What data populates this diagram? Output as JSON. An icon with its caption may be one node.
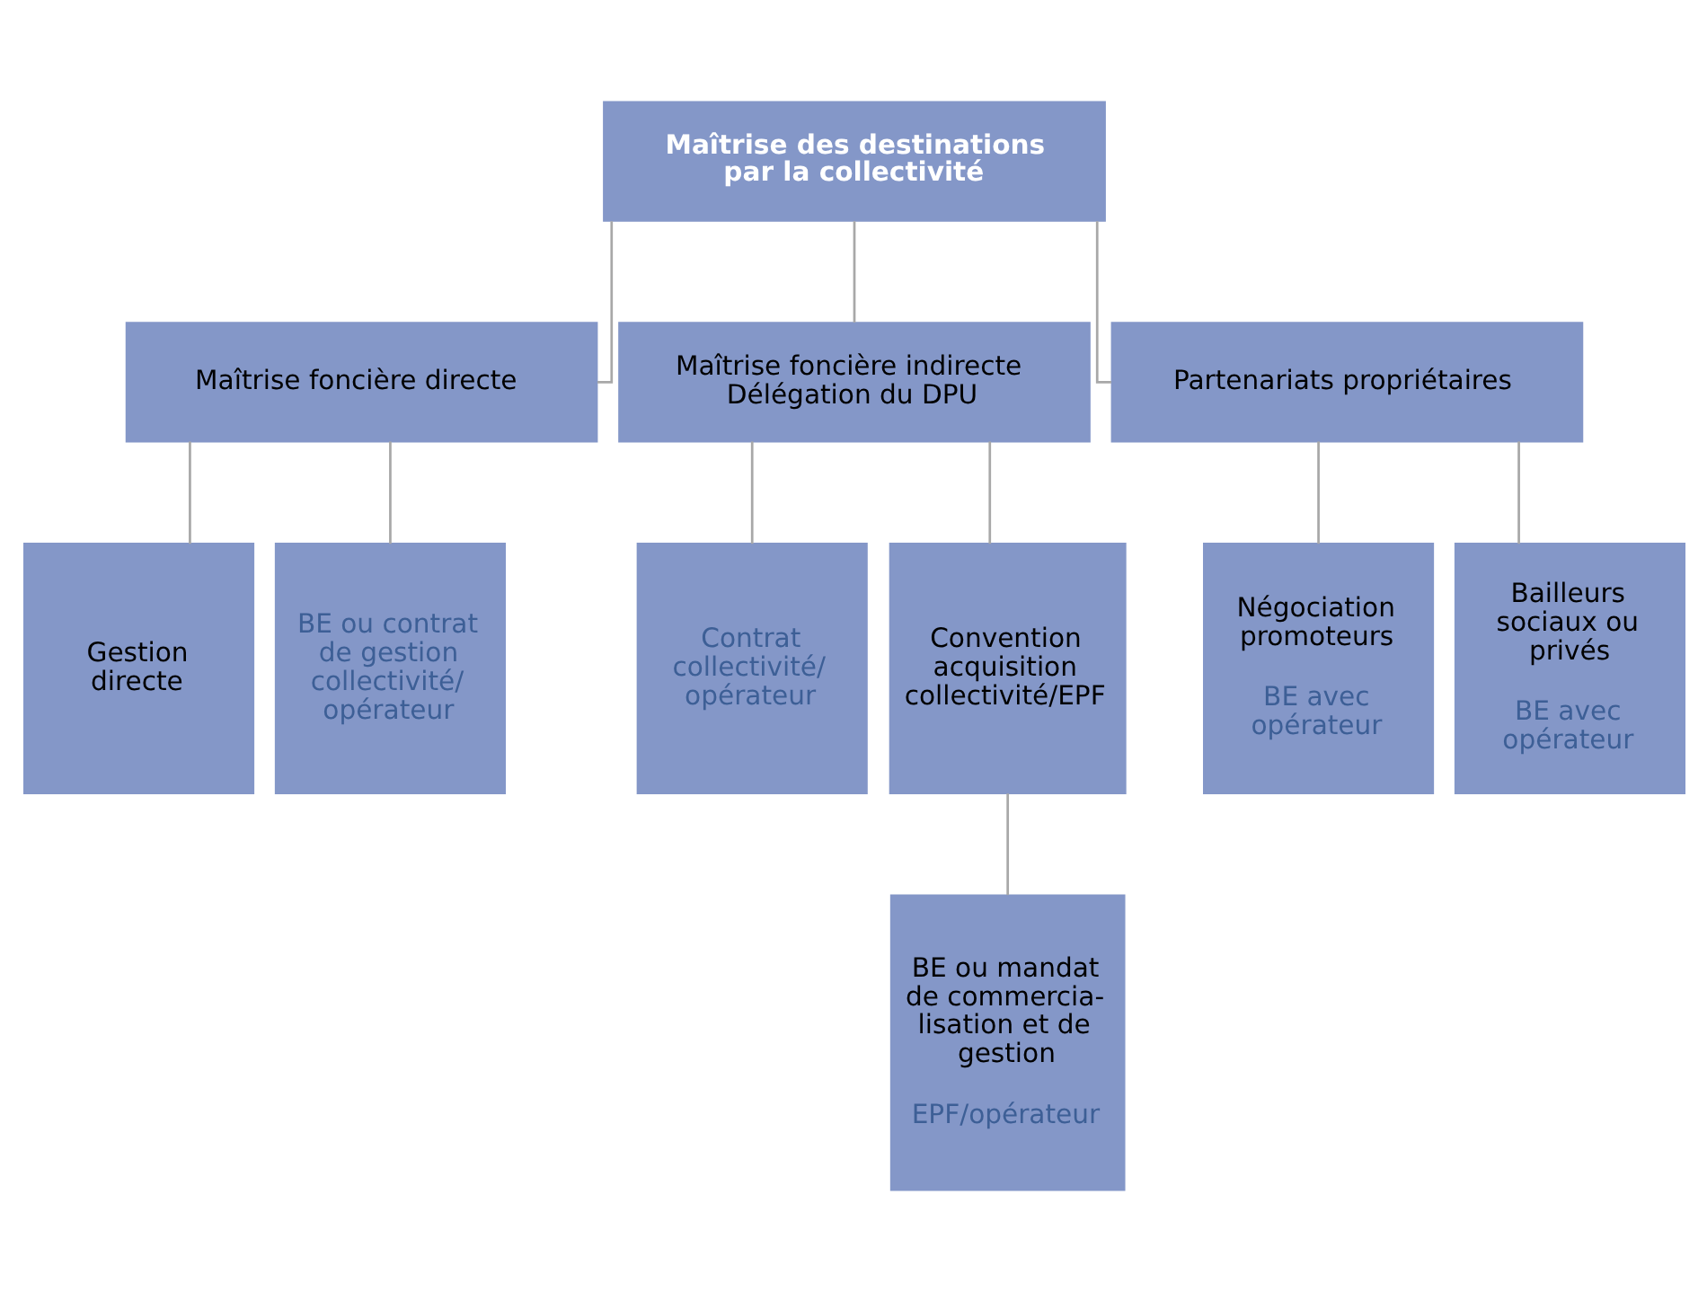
{
  "diagram": {
    "nodes": [
      {
        "text": [
          "Maîtrise des destinations par la collectivité"
        ]
      },
      {
        "text": [
          "Maîtrise foncière directe"
        ]
      },
      {
        "text": [
          "Maîtrise foncière indirecte Délégation du DPU"
        ]
      },
      {
        "text": [
          "Partenariats propriétaires"
        ]
      },
      {
        "text": [
          "Gestion directe"
        ]
      },
      {
        "text": [
          "BE ou contrat de gestion collectivité/ opérateur"
        ]
      },
      {
        "text": [
          "Contrat collectivité/ opérateur"
        ]
      },
      {
        "text": [
          "Convention acquisition collectivité/EPF"
        ]
      },
      {
        "text": [
          "Négociation promoteurs",
          "BE avec opérateur"
        ]
      },
      {
        "text": [
          "Bailleurs sociaux ou privés",
          "BE avec opérateur"
        ]
      },
      {
        "text": [
          "BE ou mandat de commercia- lisation et de gestion",
          "EPF/opérateur"
        ]
      }
    ],
    "edges": [
      {
        "from": 0,
        "to": 1,
        "arrow": "none"
      },
      {
        "from": 0,
        "to": 2,
        "arrow": "none"
      },
      {
        "from": 0,
        "to": 3,
        "arrow": "none"
      },
      {
        "from": 1,
        "to": 4,
        "arrow": "none"
      },
      {
        "from": 1,
        "to": 5,
        "arrow": "none"
      },
      {
        "from": 2,
        "to": 6,
        "arrow": "none"
      },
      {
        "from": 2,
        "to": 7,
        "arrow": "none"
      },
      {
        "from": 3,
        "to": 8,
        "arrow": "none"
      },
      {
        "from": 3,
        "to": 9,
        "arrow": "none"
      },
      {
        "from": 7,
        "to": 10,
        "arrow": "none"
      }
    ]
  }
}
